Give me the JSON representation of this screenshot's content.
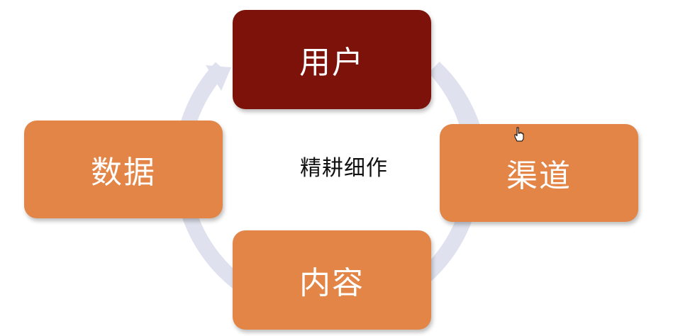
{
  "diagram": {
    "center_label": "精耕细作",
    "nodes": [
      {
        "id": "top",
        "label": "用户",
        "color": "#7c1209"
      },
      {
        "id": "right",
        "label": "渠道",
        "color": "#e28547"
      },
      {
        "id": "bottom",
        "label": "内容",
        "color": "#e28547"
      },
      {
        "id": "left",
        "label": "数据",
        "color": "#e28547"
      }
    ],
    "ring_color": "#dfe2ee",
    "cursor_icon": "hand-pointer-icon"
  }
}
